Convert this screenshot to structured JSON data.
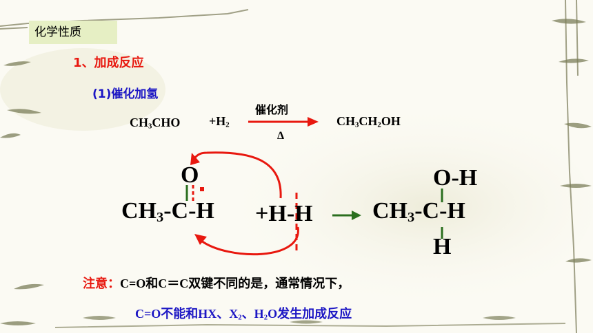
{
  "header_tag": "化学性质",
  "section_title": "1、加成反应",
  "subsection_title": "(1)催化加氢",
  "equation": {
    "reactant1": {
      "main": "CH",
      "sub1": "3",
      "tail": "CHO"
    },
    "reactant2": {
      "main": "+H",
      "sub1": "2"
    },
    "catalyst": "催化剂",
    "condition": "Δ",
    "product": {
      "p1": "CH",
      "s1": "3",
      "p2": "CH",
      "s2": "2",
      "p3": "OH"
    }
  },
  "mechanism": {
    "oxygen": "O",
    "reactant": {
      "ch": "CH",
      "sub": "3",
      "rest": "-C-H"
    },
    "hydrogen": "+H-H",
    "product_top": "O-H",
    "product_mid": {
      "ch": "CH",
      "sub": "3",
      "rest": "-C-H"
    },
    "product_bottom": "H"
  },
  "note": {
    "label": "注意：",
    "line1": "C=O和C＝C双键不同的是，通常情况下，",
    "line2": {
      "a": "C=O不能和HX、X",
      "sub1": "2",
      "b": "、H",
      "sub2": "2",
      "c": "O发生加成反应"
    }
  },
  "colors": {
    "red": "#e8180f",
    "blue": "#1c16c4",
    "green": "#2a6e1e",
    "tag_bg": "#e6efc4"
  }
}
